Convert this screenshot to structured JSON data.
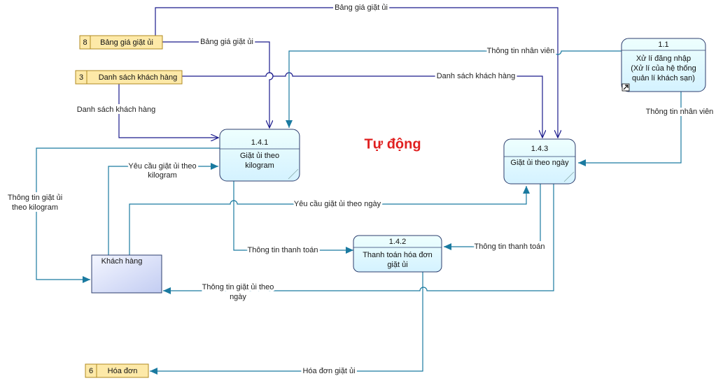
{
  "title": "Tự động",
  "colors": {
    "navy_flow": "#1a1a8c",
    "teal_flow": "#1a7aa0",
    "process_fill_top": "#e9ffff",
    "process_fill_bottom": "#d6f4ff",
    "store_fill": "#fde9a8",
    "store_border": "#b08a20",
    "entity_fill_top": "#f3f5ff",
    "entity_fill_bottom": "#c9d2f4",
    "title": "#e02020"
  },
  "stores": [
    {
      "id": "8",
      "name": "Bảng giá giặt ủi"
    },
    {
      "id": "3",
      "name": "Danh sách khách hàng"
    },
    {
      "id": "6",
      "name": "Hóa đơn"
    }
  ],
  "processes": [
    {
      "id": "1.1",
      "name_lines": [
        "Xử lí đăng nhập",
        "(Xử lí của hệ thống",
        "quản lí khách sạn)"
      ]
    },
    {
      "id": "1.4.1",
      "name_lines": [
        "Giặt ủi theo",
        "kilogram"
      ]
    },
    {
      "id": "1.4.3",
      "name_lines": [
        "Giặt ủi theo ngày"
      ]
    },
    {
      "id": "1.4.2",
      "name_lines": [
        "Thanh toán hóa đơn",
        "giặt ủi"
      ]
    }
  ],
  "entity": {
    "name": "Khách hàng"
  },
  "flows": {
    "bang_gia_top": "Bảng giá giặt ủi",
    "bang_gia_store": "Bảng giá giặt ủi",
    "nhan_vien_top": "Thông tin nhân viên",
    "nhan_vien_right": "Thông tin nhân viên",
    "ds_khach_hang_right": "Danh sách khách hàng",
    "ds_khach_hang_left": "Danh sách khách hàng",
    "yeu_cau_kg": [
      "Yêu cầu giặt ủi theo",
      "kilogram"
    ],
    "thong_tin_kg": [
      "Thông tin giặt ủi",
      "theo kilogram"
    ],
    "yeu_cau_ngay": "Yêu cầu giặt ủi theo ngày",
    "thanh_toan_left": "Thông tin thanh toán",
    "thanh_toan_right": "Thông tin thanh toán",
    "thong_tin_ngay": [
      "Thông tin giặt ủi theo",
      "ngày"
    ],
    "hoa_don": "Hóa đơn giặt ủi"
  }
}
